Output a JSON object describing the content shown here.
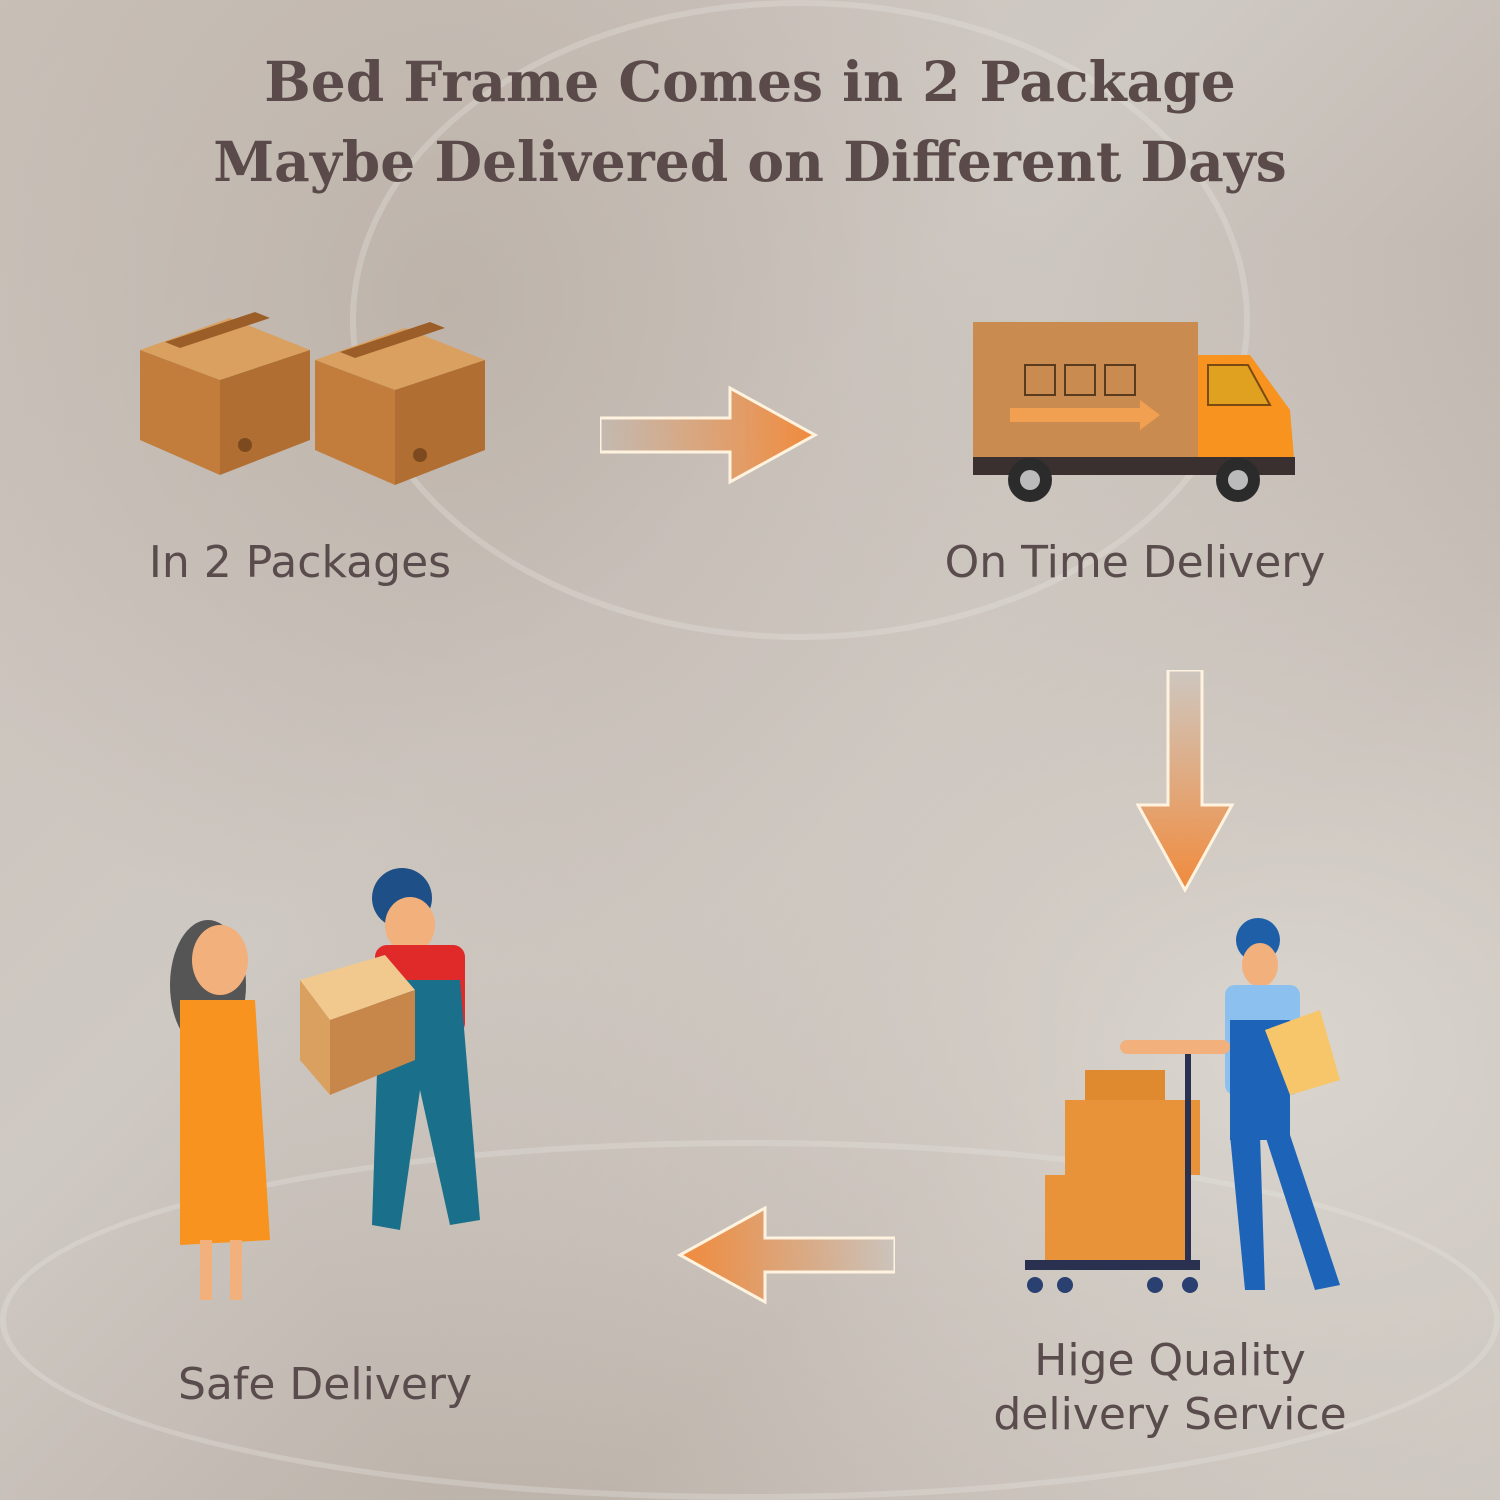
{
  "title": {
    "line1": "Bed Frame Comes in 2 Package",
    "line2": "Maybe Delivered on Different Days"
  },
  "steps": [
    {
      "label": "In 2 Packages",
      "icon": "boxes-icon"
    },
    {
      "label": "On Time Delivery",
      "icon": "truck-icon"
    },
    {
      "label_line1": "Hige Quality",
      "label_line2": "delivery Service",
      "icon": "worker-cart-icon"
    },
    {
      "label": "Safe Delivery",
      "icon": "handover-icon"
    }
  ],
  "colors": {
    "text": "#5a4c4c",
    "arrow": "#f08a3c",
    "box": "#c8874a",
    "truck": "#f7931e"
  }
}
